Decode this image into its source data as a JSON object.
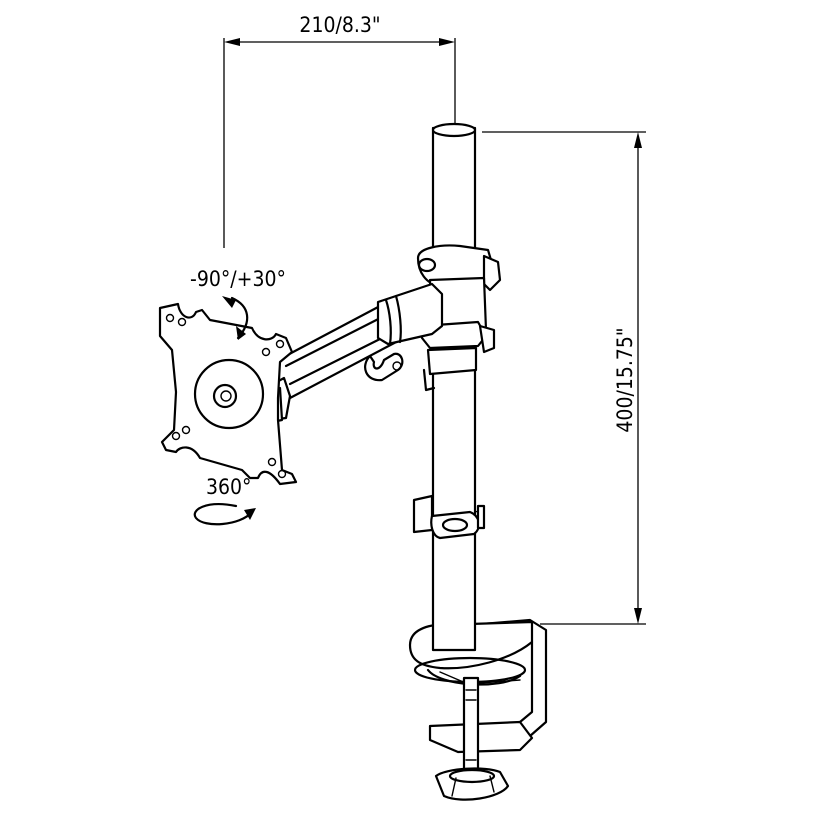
{
  "dimensions": {
    "width_label": "210/8.3\"",
    "height_label": "400/15.75\""
  },
  "annotations": {
    "tilt_label": "-90°/+30°",
    "rotation_label": "360°"
  }
}
